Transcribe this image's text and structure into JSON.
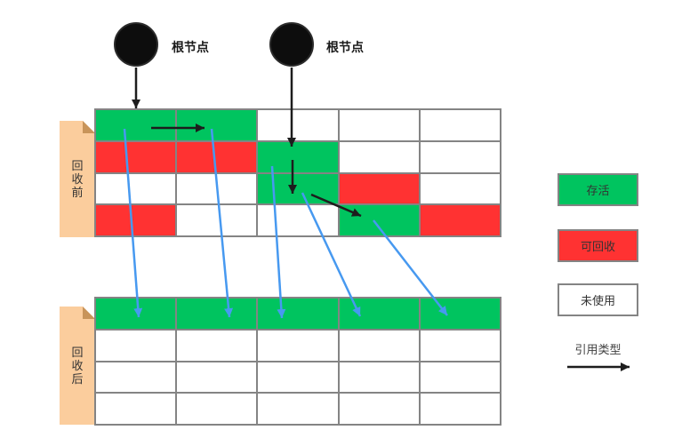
{
  "colors": {
    "alive": "#00C45F",
    "recyclable": "#FF3232",
    "unused": "#FFFFFF",
    "grid_line": "#848484",
    "note_fill": "#FBCD9D",
    "note_fold": "#C8945A",
    "arrow_black": "#1D1D1D",
    "arrow_blue": "#4799F0"
  },
  "roots": [
    {
      "label": "根节点"
    },
    {
      "label": "根节点"
    }
  ],
  "before_heap": {
    "label": "回收前",
    "rows": [
      [
        "alive",
        "alive",
        "unused",
        "unused",
        "unused"
      ],
      [
        "recyclable",
        "recyclable",
        "alive",
        "unused",
        "unused"
      ],
      [
        "unused",
        "unused",
        "alive",
        "recyclable",
        "unused"
      ],
      [
        "recyclable",
        "unused",
        "unused",
        "alive",
        "recyclable"
      ]
    ]
  },
  "after_heap": {
    "label": "回收后",
    "rows": [
      [
        "alive",
        "alive",
        "alive",
        "alive",
        "alive"
      ],
      [
        "unused",
        "unused",
        "unused",
        "unused",
        "unused"
      ],
      [
        "unused",
        "unused",
        "unused",
        "unused",
        "unused"
      ],
      [
        "unused",
        "unused",
        "unused",
        "unused",
        "unused"
      ]
    ]
  },
  "legend": {
    "alive_label": "存活",
    "recyclable_label": "可回收",
    "unused_label": "未使用",
    "reference_label": "引用类型"
  }
}
